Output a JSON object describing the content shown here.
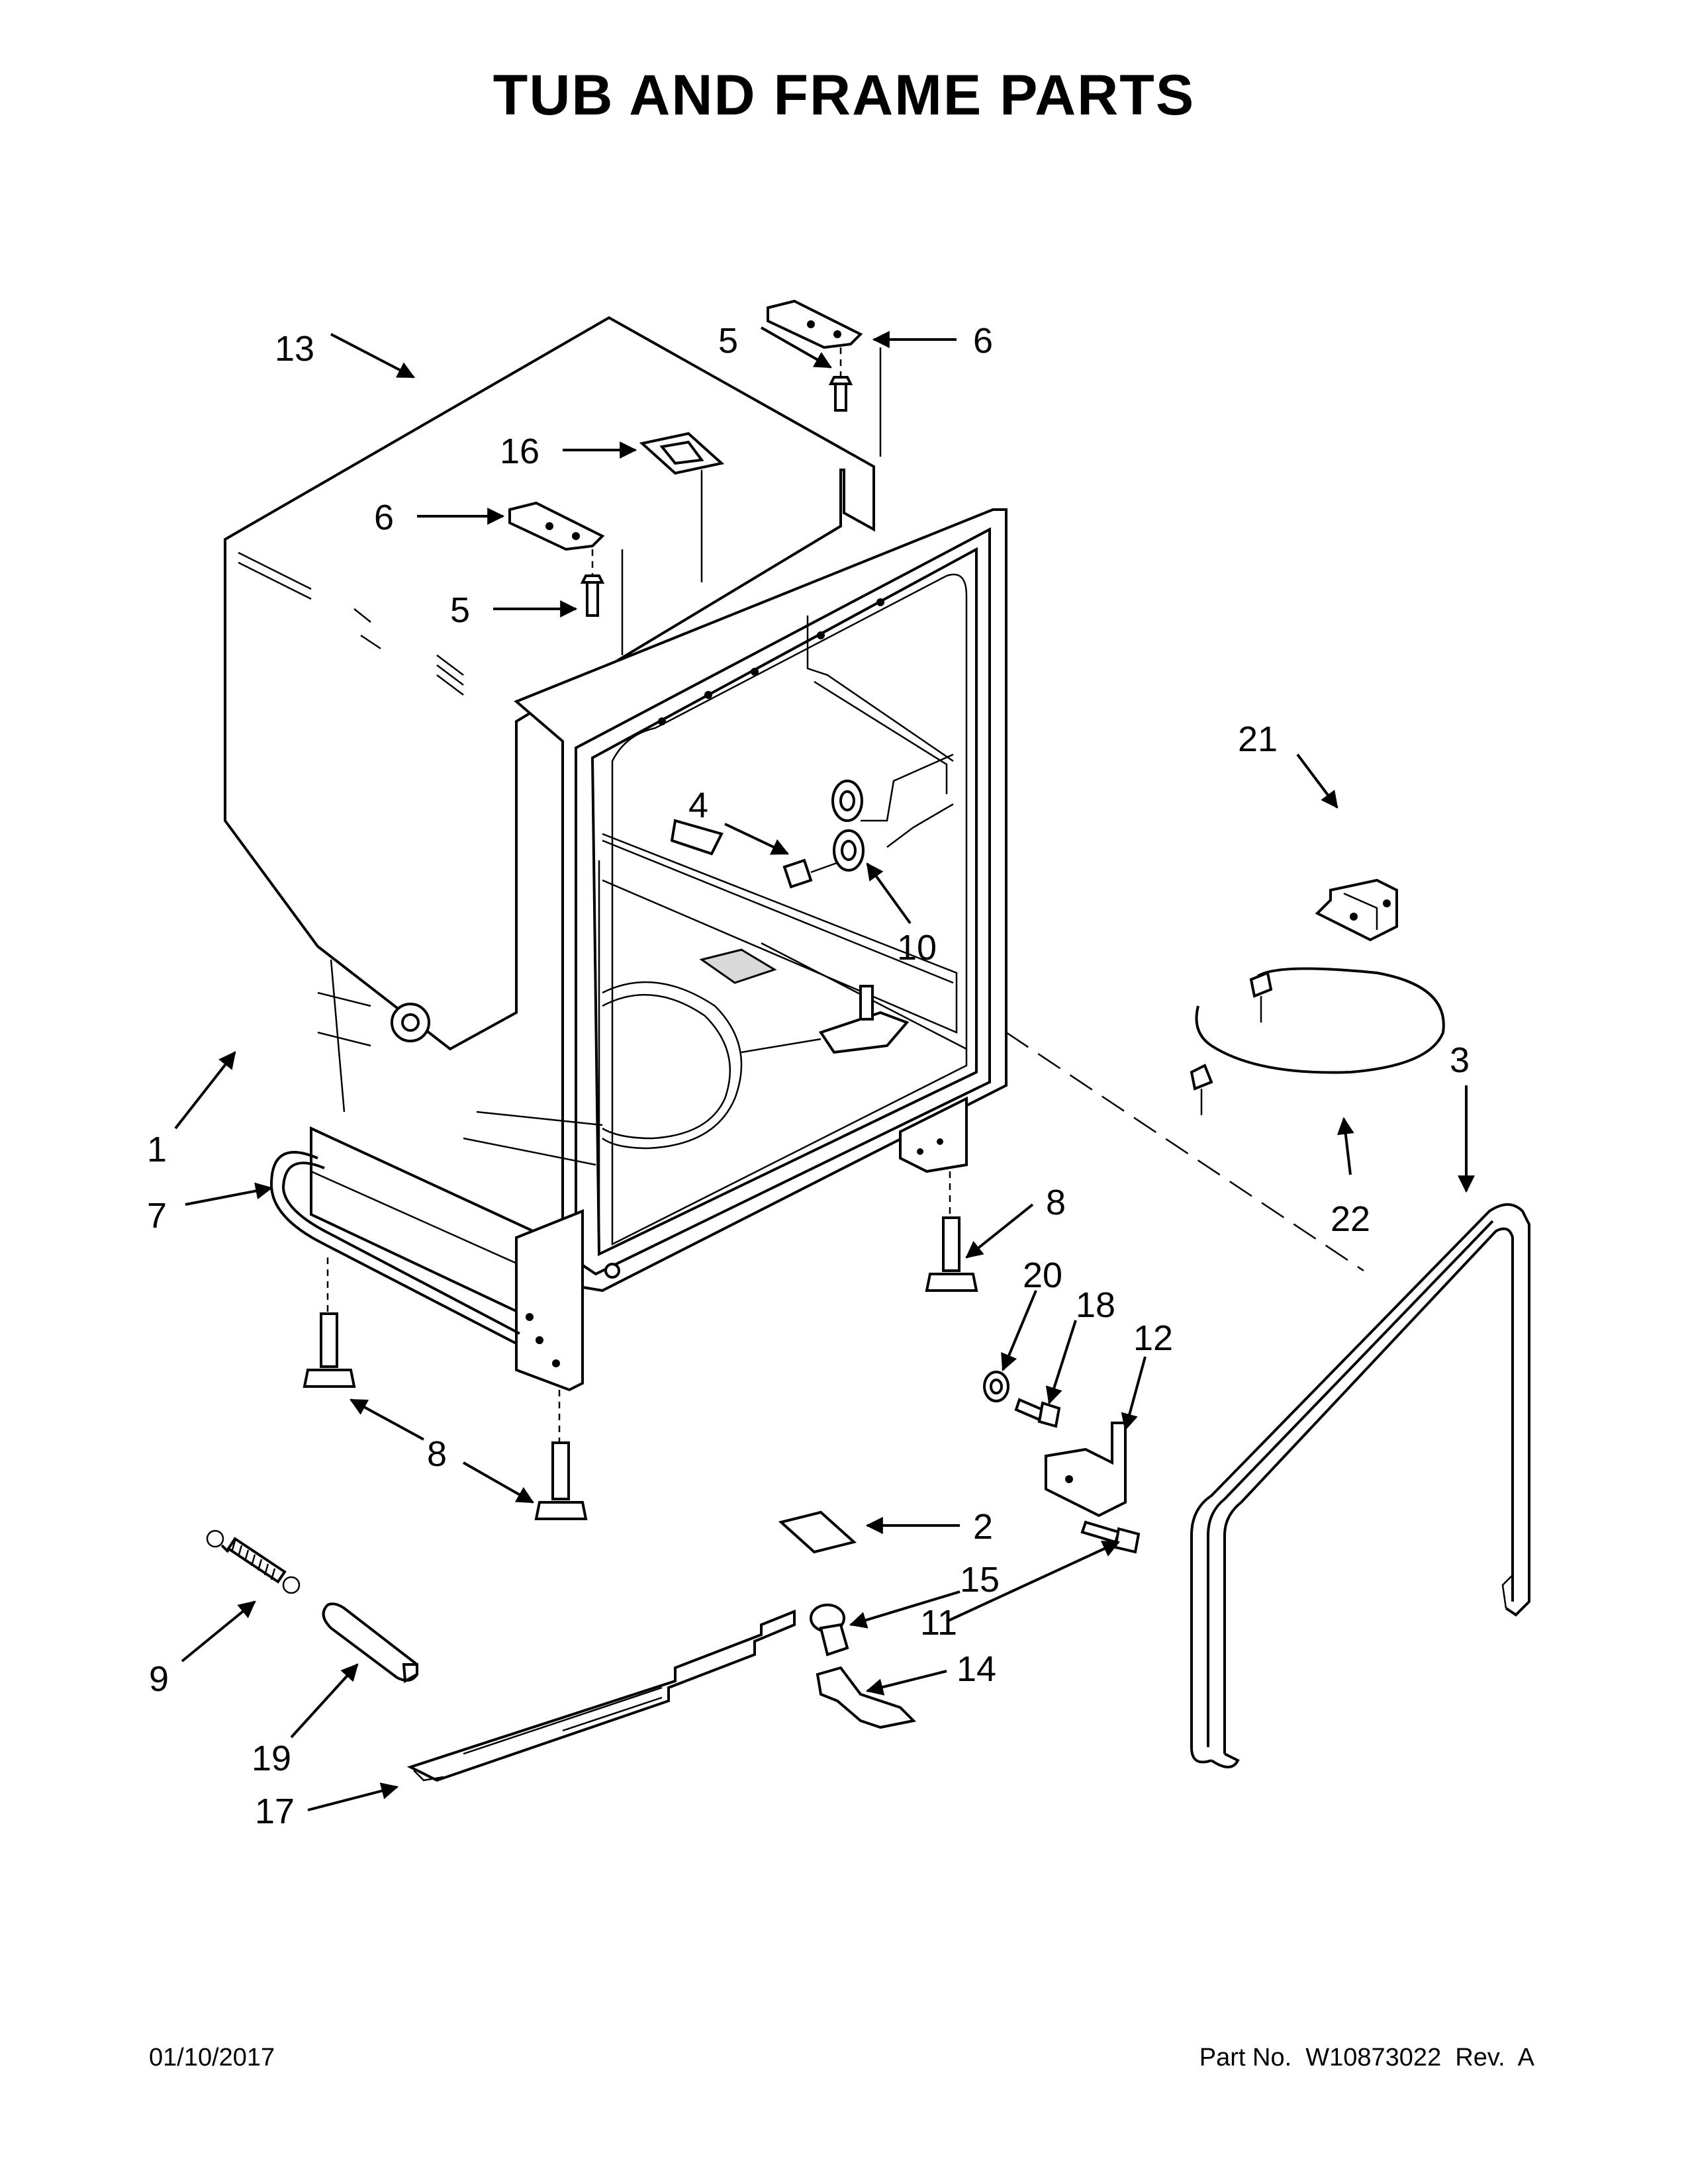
{
  "header": {
    "title": "TUB AND FRAME PARTS"
  },
  "footer": {
    "date": "01/10/2017",
    "part_number": "Part No.  W10873022  Rev.  A"
  },
  "callouts": {
    "c1": "1",
    "c2": "2",
    "c3": "3",
    "c4": "4",
    "c5a": "5",
    "c5b": "5",
    "c6a": "6",
    "c6b": "6",
    "c7": "7",
    "c8a": "8",
    "c8b": "8",
    "c9": "9",
    "c10": "10",
    "c11": "11",
    "c12": "12",
    "c13": "13",
    "c14": "14",
    "c15": "15",
    "c16": "16",
    "c17": "17",
    "c18": "18",
    "c19": "19",
    "c20": "20",
    "c21": "21",
    "c22": "22"
  }
}
